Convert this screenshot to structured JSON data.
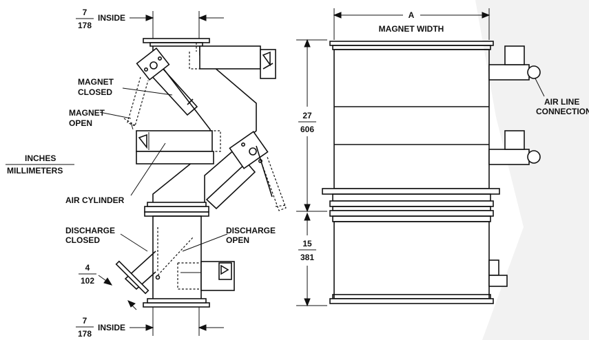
{
  "labels": {
    "inside_top": "INSIDE",
    "inside_bottom": "INSIDE",
    "magnet_closed_1": "MAGNET",
    "magnet_closed_2": "CLOSED",
    "magnet_open_1": "MAGNET",
    "magnet_open_2": "OPEN",
    "units_top": "INCHES",
    "units_bottom": "MILLIMETERS",
    "air_cylinder": "AIR CYLINDER",
    "discharge_closed_1": "DISCHARGE",
    "discharge_closed_2": "CLOSED",
    "discharge_open_1": "DISCHARGE",
    "discharge_open_2": "OPEN",
    "magnet_width_letter": "A",
    "magnet_width": "MAGNET WIDTH",
    "air_line_1": "AIR LINE",
    "air_line_2": "CONNECTION"
  },
  "dimensions": {
    "inside_top_in": "7",
    "inside_top_mm": "178",
    "inside_bottom_in": "7",
    "inside_bottom_mm": "178",
    "outlet_in": "4",
    "outlet_mm": "102",
    "height_upper_in": "27",
    "height_upper_mm": "606",
    "height_lower_in": "15",
    "height_lower_mm": "381"
  },
  "colors": {
    "line": "#111111",
    "watermark": "#f2f2f2"
  }
}
